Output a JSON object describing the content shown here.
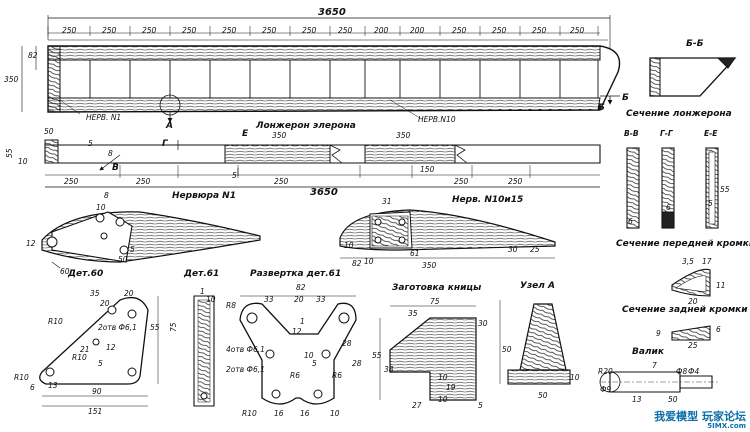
{
  "aileron": {
    "overall_length": "3650",
    "height_side": "350",
    "top_spacing": [
      "250",
      "250",
      "250",
      "250",
      "250",
      "250",
      "250",
      "250",
      "200",
      "200",
      "250",
      "250",
      "250",
      "250"
    ],
    "small_dim": "82",
    "rib1_label": "НЕРВ. N1",
    "rib10_label": "НЕРВ.N10",
    "view_a": "А",
    "view_b": "Б",
    "view_b2": "Б"
  },
  "spar": {
    "title": "Лонжерон элерона",
    "overall_length": "3650",
    "dims": [
      "50",
      "250",
      "250",
      "350",
      "350",
      "250",
      "150",
      "250",
      "250",
      "55",
      "10",
      "5",
      "8",
      "5"
    ],
    "sec_v": "В",
    "sec_g": "Г",
    "sec_e": "Е"
  },
  "section_bb": {
    "title": "Б-Б"
  },
  "spar_sections": {
    "title": "Сечение лонжерона",
    "labels": [
      "В-В",
      "Г-Г",
      "Е-Е"
    ],
    "dims": [
      "6",
      "6",
      "55",
      "5"
    ]
  },
  "rib1": {
    "title": "Нервюра N1",
    "dims": [
      "10",
      "8",
      "12",
      "50",
      "5"
    ],
    "part": "60"
  },
  "rib10": {
    "title": "Нерв. N10и15",
    "dims": [
      "31",
      "10",
      "82",
      "30",
      "25",
      "350",
      "10",
      "61"
    ]
  },
  "front_edge": {
    "title": "Сечение передней кромки",
    "dims": [
      "3,5",
      "17",
      "11",
      "20"
    ]
  },
  "rear_edge": {
    "title": "Сечение задней кромки",
    "dims": [
      "9",
      "6",
      "25"
    ]
  },
  "det60": {
    "title": "Дет.60",
    "dims": [
      "35",
      "20",
      "20",
      "R10",
      "2отв Ф6,1",
      "12",
      "75",
      "55",
      "R10",
      "21",
      "5",
      "R10",
      "13",
      "6",
      "90",
      "151"
    ]
  },
  "det61": {
    "title": "Дет.61",
    "dims": [
      "1",
      "10"
    ]
  },
  "razv": {
    "title": "Развертка дет.61",
    "dims": [
      "82",
      "33",
      "20",
      "33",
      "R8",
      "1",
      "12",
      "28",
      "4отв Ф6,1",
      "10",
      "5",
      "2отв Ф6,1",
      "R6",
      "R6",
      "28",
      "R10",
      "16",
      "16",
      "10"
    ]
  },
  "zagotovka": {
    "title": "Заготовка кницы",
    "dims": [
      "75",
      "35",
      "30",
      "38",
      "55",
      "10",
      "19",
      "10",
      "27",
      "5"
    ]
  },
  "uzel": {
    "title": "Узел А",
    "dims": [
      "50",
      "50",
      "10"
    ]
  },
  "valik": {
    "title": "Валик",
    "dims": [
      "R20",
      "7",
      "Ф8",
      "Ф4",
      "Ф9",
      "13",
      "50"
    ]
  },
  "watermark": {
    "line1": "我爱模型 玩家论坛",
    "line2": "5IMX.com"
  }
}
